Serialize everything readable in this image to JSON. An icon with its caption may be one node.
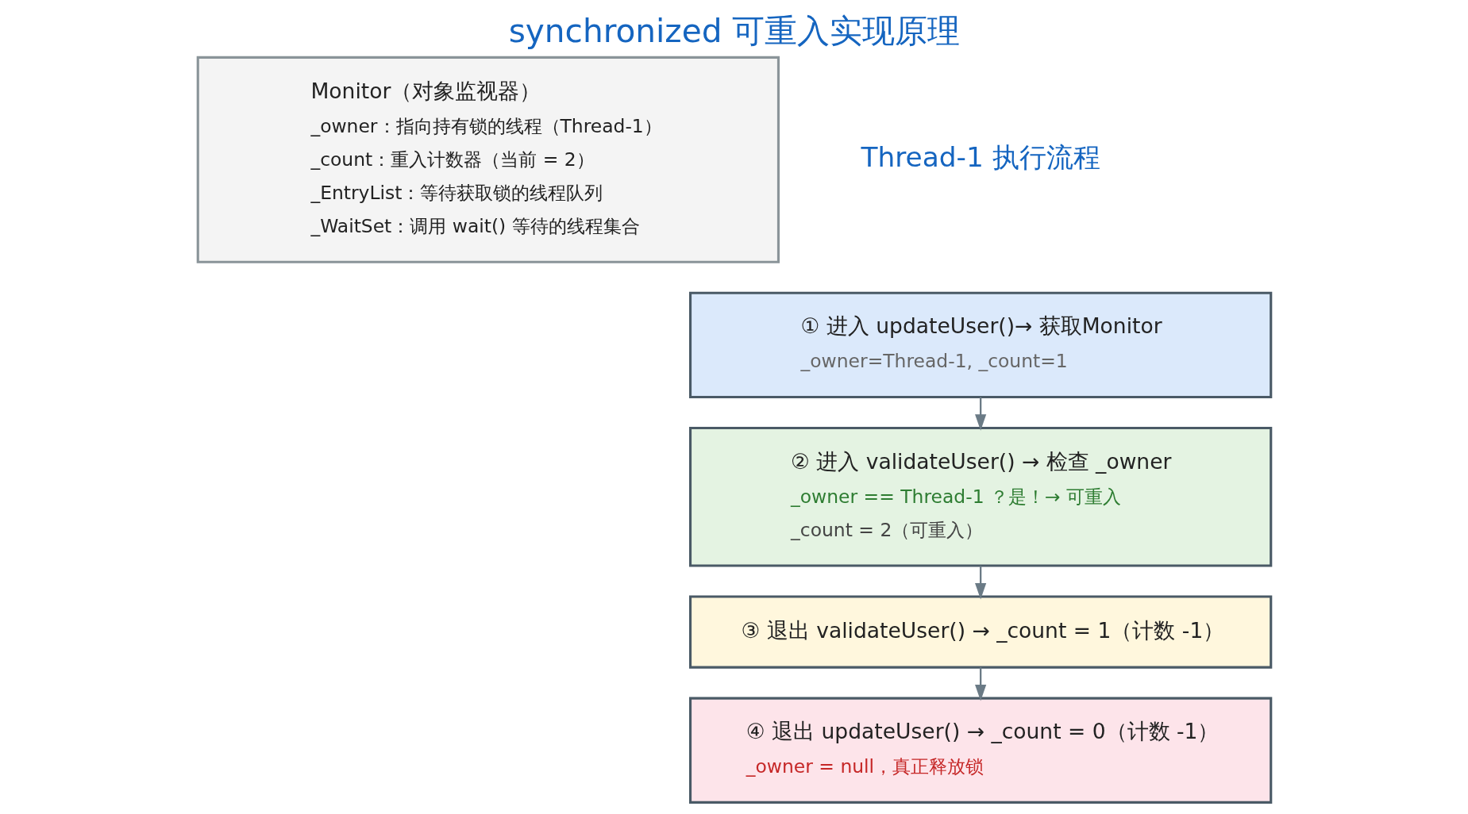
{
  "diagram": {
    "title": "synchronized 可重入实现原理",
    "nodes": [
      {
        "text": [
          "Monitor（对象监视器）",
          "_owner：指向持有锁的线程（Thread-1）",
          "_count：重入计数器（当前 = 2）",
          "_EntryList：等待获取锁的线程队列",
          "_WaitSet：调用 wait() 等待的线程集合"
        ]
      },
      {
        "text": [
          "① 进入 updateUser()→ 获取Monitor",
          "_owner=Thread-1, _count=1"
        ]
      },
      {
        "text": [
          "② 进入 validateUser() → 检查 _owner",
          "_owner == Thread-1 ？是！→ 可重入",
          "_count = 2（可重入）"
        ]
      },
      {
        "text": [
          "③ 退出 validateUser() → _count = 1（计数 -1）"
        ]
      },
      {
        "text": [
          "④ 退出 updateUser() → _count = 0（计数 -1）",
          "_owner = null，真正释放锁"
        ]
      }
    ],
    "edges": [
      {
        "from": 1,
        "to": 2,
        "arrow": "to"
      },
      {
        "from": 2,
        "to": 3,
        "arrow": "to"
      },
      {
        "from": 3,
        "to": 4,
        "arrow": "to"
      }
    ],
    "labels": [
      "Thread-1 执行流程"
    ]
  }
}
